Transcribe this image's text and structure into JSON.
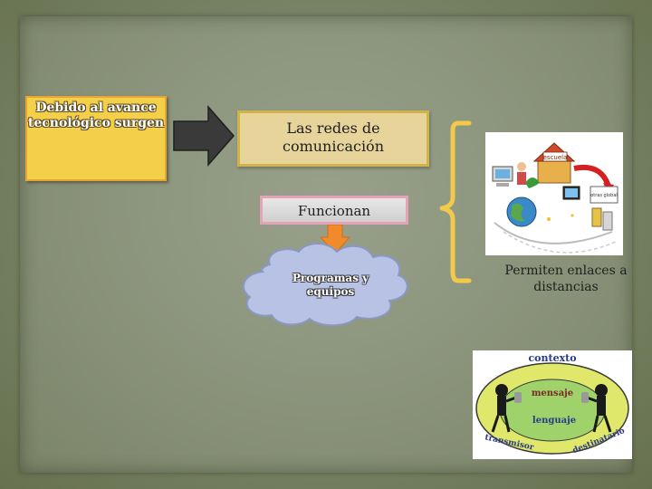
{
  "slide": {
    "box_intro": "Debido al avance tecnológico surgen",
    "box_networks": "Las redes de comunicación",
    "box_function": "Funcionan",
    "cloud_label": "Programas y equipos",
    "caption_links": "Permiten enlaces a distancias"
  },
  "image_network": {
    "sign_school": "escuela",
    "sign_world": "otras global"
  },
  "image_communication": {
    "word_context": "contexto",
    "word_message": "mensaje",
    "word_language": "lenguaje",
    "word_sender": "transmisor",
    "word_receiver": "destinatario"
  },
  "colors": {
    "yellow_box": "#f4cf4a",
    "tan_box": "#e6d49b",
    "arrow_orange": "#f18a2a",
    "cloud_blue": "#b7c2e4",
    "brace_yellow": "#f2c94a"
  }
}
